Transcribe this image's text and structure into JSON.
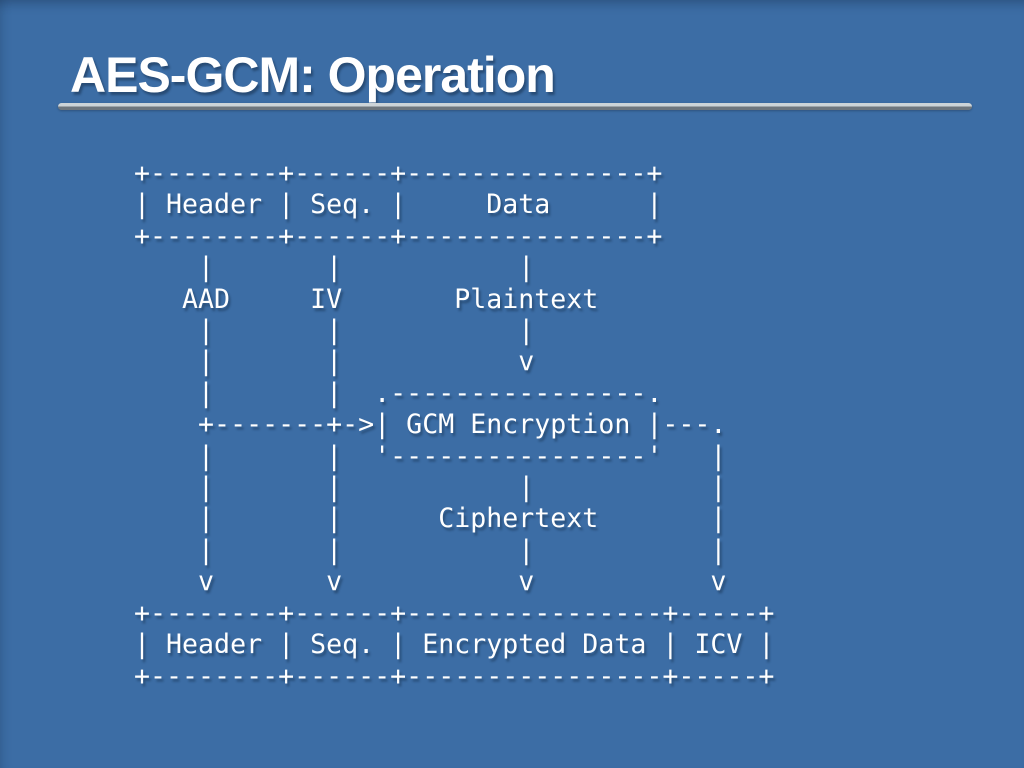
{
  "slide": {
    "title": "AES-GCM: Operation"
  },
  "colors": {
    "background": "#3c6da5",
    "text": "#ffffff",
    "rule_top": "#cdd4d8",
    "rule_bottom": "#6e767d"
  },
  "diagram": {
    "lines": [
      "+--------+------+---------------+",
      "| Header | Seq. |     Data      |",
      "+--------+------+---------------+",
      "    |       |           |",
      "   AAD     IV       Plaintext",
      "    |       |           |",
      "    |       |           v",
      "    |       |  .----------------.",
      "    +-------+->| GCM Encryption |---.",
      "    |       |  '----------------'   |",
      "    |       |           |           |",
      "    |       |      Ciphertext       |",
      "    |       |           |           |",
      "    v       v           v           v",
      "+--------+------+----------------+-----+",
      "| Header | Seq. | Encrypted Data | ICV |",
      "+--------+------+----------------+-----+"
    ],
    "input_packet": {
      "fields": [
        "Header",
        "Seq.",
        "Data"
      ]
    },
    "inputs": {
      "aad_label": "AAD",
      "iv_label": "IV",
      "plaintext_label": "Plaintext"
    },
    "process_box": "GCM Encryption",
    "output_label": "Ciphertext",
    "output_packet": {
      "fields": [
        "Header",
        "Seq.",
        "Encrypted Data",
        "ICV"
      ]
    }
  }
}
